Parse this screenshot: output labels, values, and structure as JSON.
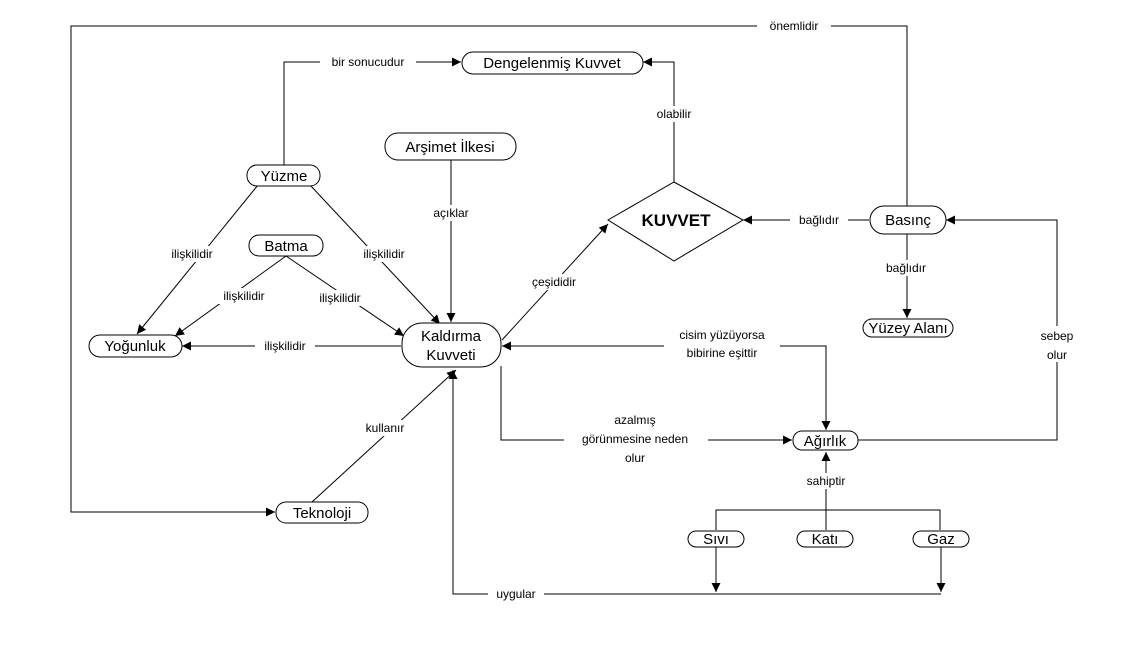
{
  "nodes": {
    "dengelenmis": "Dengelenmiş Kuvvet",
    "arsimet": "Arşimet İlkesi",
    "yuzme": "Yüzme",
    "batma": "Batma",
    "yogunluk": "Yoğunluk",
    "kaldirma_1": "Kaldırma",
    "kaldirma_2": "Kuvveti",
    "kuvvet": "KUVVET",
    "basinc": "Basınç",
    "yuzey": "Yüzey Alanı",
    "agirlik": "Ağırlık",
    "teknoloji": "Teknoloji",
    "sivi": "Sıvı",
    "kati": "Katı",
    "gaz": "Gaz"
  },
  "edges": {
    "onemlidir": "önemlidir",
    "bir_sonucudur": "bir sonucudur",
    "olabilir": "olabilir",
    "aciklar": "açıklar",
    "yuzme_yogunluk": "ilişkilidir",
    "yuzme_kaldirma": "ilişkilidir",
    "batma_yogunluk": "ilişkilidir",
    "batma_kaldirma": "ilişkilidir",
    "kaldirma_yogunluk": "ilişkilidir",
    "cesididir": "çeşididir",
    "baglidir_kuvvet": "bağlıdır",
    "baglidir_yuzey": "bağlıdır",
    "cisim_1": "cisim yüzüyorsa",
    "cisim_2": "bibirine eşittir",
    "azalmis_1": "azalmış",
    "azalmis_2": "görünmesine neden",
    "azalmis_3": "olur",
    "sebep_1": "sebep",
    "sebep_2": "olur",
    "kullanir": "kullanır",
    "sahiptir": "sahiptir",
    "uygular": "uygular"
  }
}
